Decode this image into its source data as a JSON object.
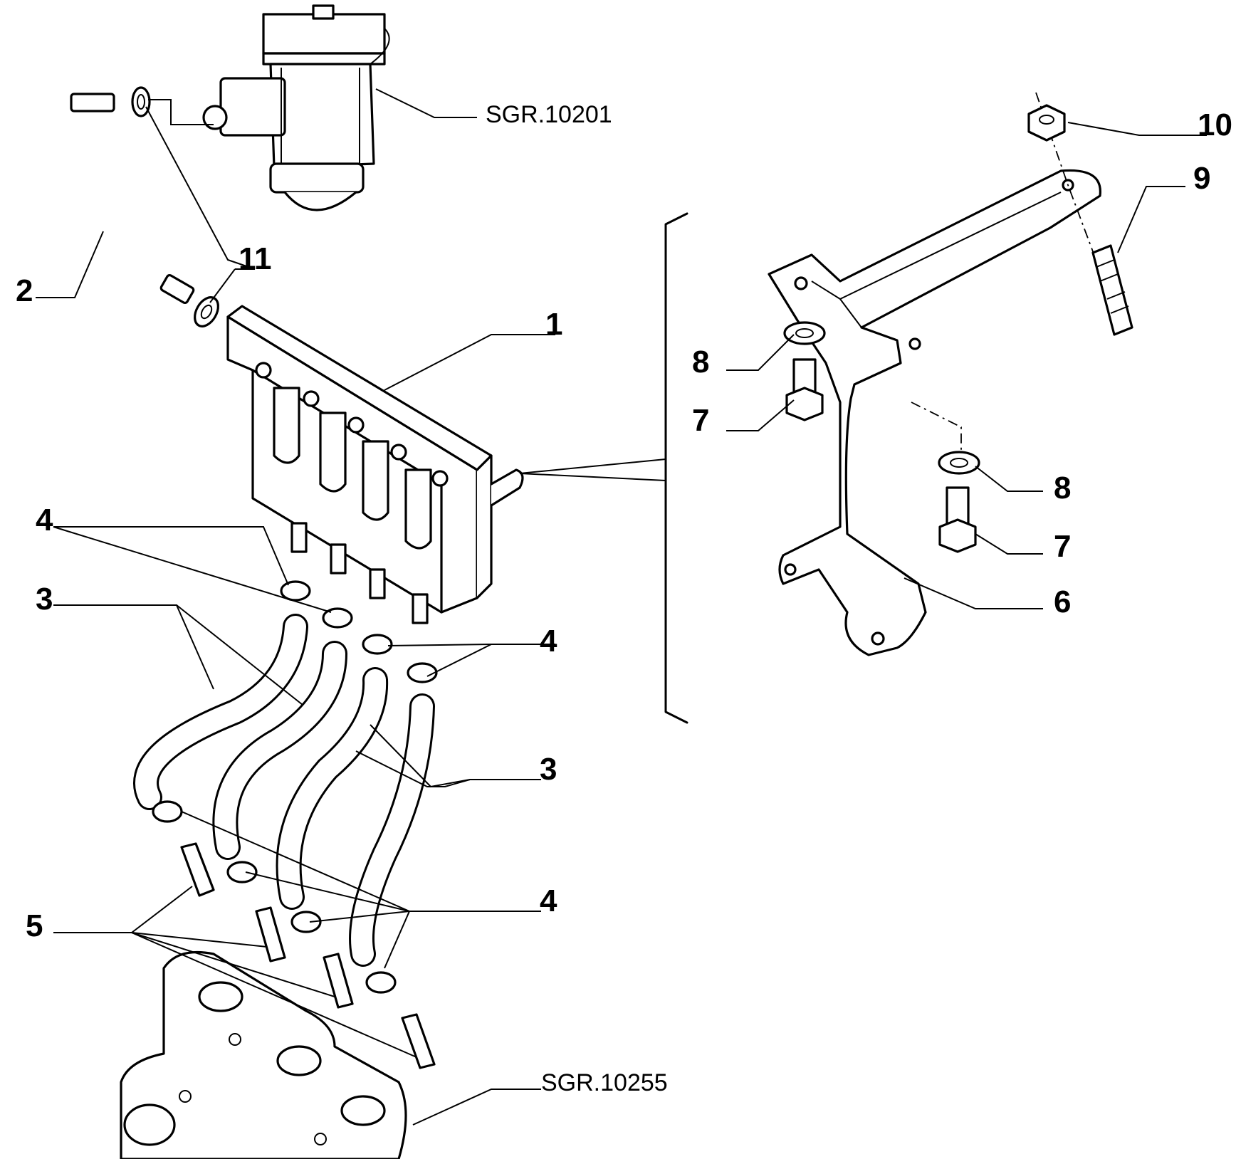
{
  "callouts": {
    "c1": "1",
    "c2": "2",
    "c3a": "3",
    "c3b": "3",
    "c4a": "4",
    "c4b": "4",
    "c4c": "4",
    "c5": "5",
    "c6": "6",
    "c7a": "7",
    "c7b": "7",
    "c8a": "8",
    "c8b": "8",
    "c9": "9",
    "c10": "10",
    "c11": "11"
  },
  "references": {
    "top": "SGR.10201",
    "bottom": "SGR.10255"
  }
}
